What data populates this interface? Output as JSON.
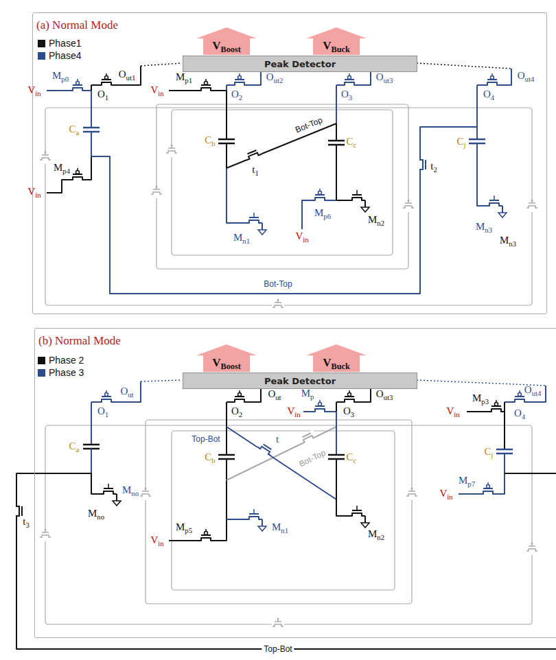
{
  "diagram": {
    "nodes": [
      {
        "text": [
          "(a) Normal Mode"
        ]
      },
      {
        "text": [
          "Peak Detector"
        ],
        "in": 0
      },
      {
        "text": [
          "(b) Normal Mode"
        ]
      },
      {
        "text": [
          "Peak Detector"
        ],
        "in": 2
      }
    ],
    "labels": [
      "VBoost",
      "VBuck",
      "Vin",
      "Mp0",
      "O1",
      "Out1",
      "Mp1",
      "Vin",
      "O2",
      "Out2",
      "O3",
      "Out3",
      "O4",
      "Out4",
      "Ca",
      "Mp4",
      "Vin",
      "Cb",
      "t1",
      "Bot-Top",
      "Cc",
      "Mp6",
      "Vin",
      "Mn1",
      "Mn2",
      "t2",
      "Cj",
      "Mn3",
      "Mn3",
      "Bot-Top",
      "VBoost",
      "VBuck",
      "O1",
      "Out",
      "O2",
      "Out",
      "Mp",
      "Vin",
      "O3",
      "Out3",
      "Mp3",
      "Vin",
      "O4",
      "Out4",
      "t3",
      "Ca",
      "Mno",
      "Mno",
      "Top-Bot",
      "t",
      "Bot-Top",
      "Cb",
      "Cc",
      "Mp5",
      "Vin",
      "Mn1",
      "Mn2",
      "Cj",
      "Mp7",
      "Vin",
      "Top-Bot"
    ],
    "legend": [
      {
        "text": "Phase1",
        "color": "#111111"
      },
      {
        "text": "Phase4",
        "color": "#2e4b8a"
      },
      {
        "text": "Phase 2",
        "color": "#111111"
      },
      {
        "text": "Phase 3",
        "color": "#2e4b8a"
      }
    ]
  }
}
